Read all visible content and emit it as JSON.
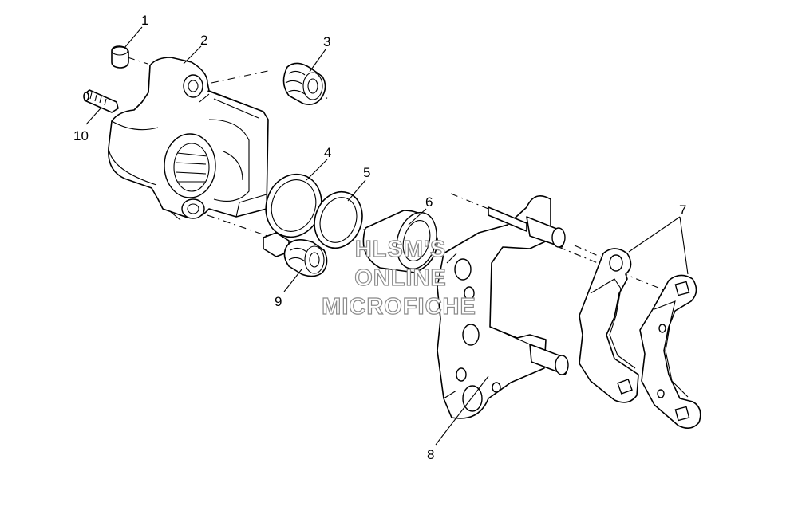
{
  "callouts": [
    {
      "id": "1",
      "label": "1"
    },
    {
      "id": "2",
      "label": "2"
    },
    {
      "id": "3",
      "label": "3"
    },
    {
      "id": "4",
      "label": "4"
    },
    {
      "id": "5",
      "label": "5"
    },
    {
      "id": "6",
      "label": "6"
    },
    {
      "id": "7",
      "label": "7"
    },
    {
      "id": "8",
      "label": "8"
    },
    {
      "id": "9",
      "label": "9"
    },
    {
      "id": "10",
      "label": "10"
    }
  ],
  "watermark": {
    "line1": "HLSM'S",
    "line2": "ONLINE",
    "line3": "MICROFICHE"
  }
}
